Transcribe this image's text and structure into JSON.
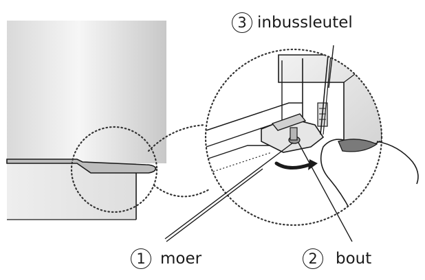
{
  "callouts": [
    {
      "number": "1",
      "label": "moer"
    },
    {
      "number": "2",
      "label": "bout"
    },
    {
      "number": "3",
      "label": "inbussleutel"
    }
  ],
  "colors": {
    "line": "#1a1a1a",
    "dotted": "#333333",
    "panel_light": "#f4f4f4",
    "panel_dark": "#cfcfcf"
  },
  "icons": {
    "rotation_arrow": "curved-arrow-icon",
    "hand": "hand-icon",
    "hex_key": "hex-key-icon"
  }
}
